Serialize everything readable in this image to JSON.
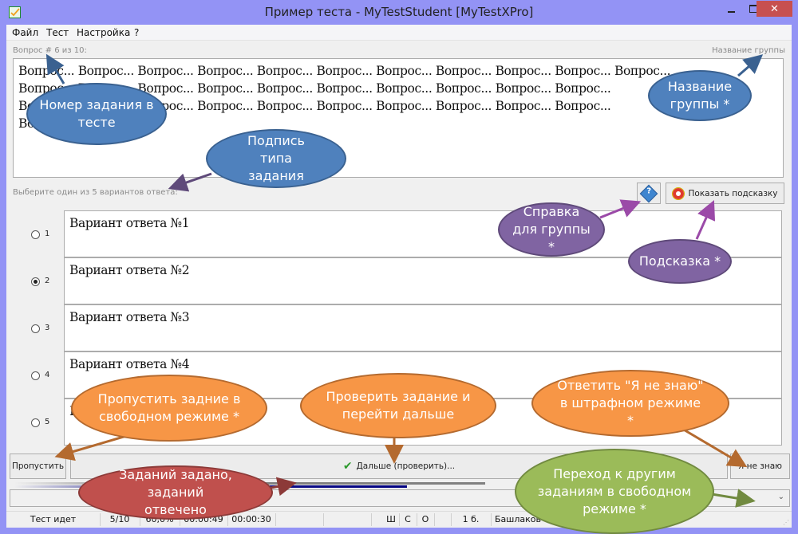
{
  "window": {
    "title": "Пример теста - MyTestStudent [MyTestXPro]",
    "icon": "checkmark-app-icon",
    "controls": {
      "minimize": "minimize-icon",
      "maximize": "maximize-icon",
      "close": "close-icon"
    }
  },
  "menu": {
    "items": [
      {
        "label": "Файл"
      },
      {
        "label": "Тест"
      },
      {
        "label": "Настройка"
      },
      {
        "label": "?"
      }
    ]
  },
  "question": {
    "number_label": "Вопрос # 6 из 10:",
    "group_name": "Название группы",
    "lines": [
      "Вопрос... Вопрос... Вопрос... Вопрос... Вопрос... Вопрос... Вопрос... Вопрос... Вопрос... Вопрос... Вопрос...",
      "Вопрос... Вопрос... Вопрос... Вопрос... Вопрос... Вопрос... Вопрос... Вопрос... Вопрос... Вопрос...",
      "Вопрос... Вопрос... Вопрос... Вопрос... Вопрос... Вопрос... Вопрос... Вопрос... Вопрос... Вопрос...",
      "Вопрос..."
    ],
    "type_caption": "Выберите один из 5 вариантов ответа:"
  },
  "tools": {
    "group_help_icon": "question-diamond-icon",
    "hint_icon": "lifebuoy-icon",
    "hint_label": "Показать подсказку"
  },
  "options": [
    {
      "num": "1",
      "text": "Вариант ответа №1",
      "selected": false
    },
    {
      "num": "2",
      "text": "Вариант ответа №2",
      "selected": true
    },
    {
      "num": "3",
      "text": "Вариант ответа №3",
      "selected": false
    },
    {
      "num": "4",
      "text": "Вариант ответа №4",
      "selected": false
    },
    {
      "num": "5",
      "text": "Вариант ответа №5",
      "selected": false
    }
  ],
  "actions": {
    "skip_label": "Пропустить",
    "next_label": "Дальше (проверить)...",
    "next_icon": "green-check-icon",
    "dont_know_label": "Я не знаю"
  },
  "progress": {
    "given_fraction": 0.6,
    "answered_fraction": 0.5
  },
  "status": {
    "state": "Тест идет",
    "count": "5/10",
    "percent": "60,0%",
    "elapsed": "00:00:49",
    "remaining": "00:00:30",
    "flags": [
      "Ш",
      "С",
      "О"
    ],
    "score": "1 б.",
    "student": "Башлаков С."
  },
  "callouts": {
    "number": "Номер задания в тесте",
    "group_name": "Название группы *",
    "type_caption": "Подпись типа задания",
    "group_help": "Справка для группы *",
    "hint": "Подсказка *",
    "skip": "Пропустить задние в свободном режиме *",
    "check": "Проверить задание и перейти дальше",
    "dont_know": "Ответить \"Я не знаю\" в штрафном режиме *",
    "progress": "Заданий задано, заданий отвечено",
    "navigate": "Переход к другим заданиям в свободном режиме *"
  },
  "colors": {
    "titlebar": "#9393f5",
    "close_button": "#c75050",
    "callout_blue": "#4f81bd",
    "callout_purple": "#8064a2",
    "callout_orange": "#f79646",
    "callout_red": "#c0504d",
    "callout_green": "#9bbb59"
  }
}
